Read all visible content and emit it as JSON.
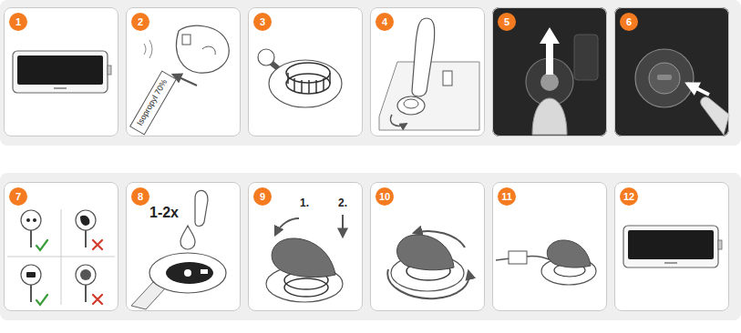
{
  "diagram": {
    "nodes": [
      {
        "text": [
          "1"
        ]
      },
      {
        "text": [
          "2"
        ]
      },
      {
        "text": [
          "3"
        ]
      },
      {
        "text": [
          "4"
        ]
      },
      {
        "text": [
          "5"
        ]
      },
      {
        "text": [
          "6"
        ]
      },
      {
        "text": [
          "7"
        ]
      },
      {
        "text": [
          "8"
        ]
      },
      {
        "text": [
          "9"
        ]
      },
      {
        "text": [
          "10"
        ]
      },
      {
        "text": [
          "11"
        ]
      },
      {
        "text": [
          "12"
        ]
      }
    ],
    "labels": [
      "Isopropyl 70%",
      "1-2x",
      "1.",
      "2."
    ]
  }
}
